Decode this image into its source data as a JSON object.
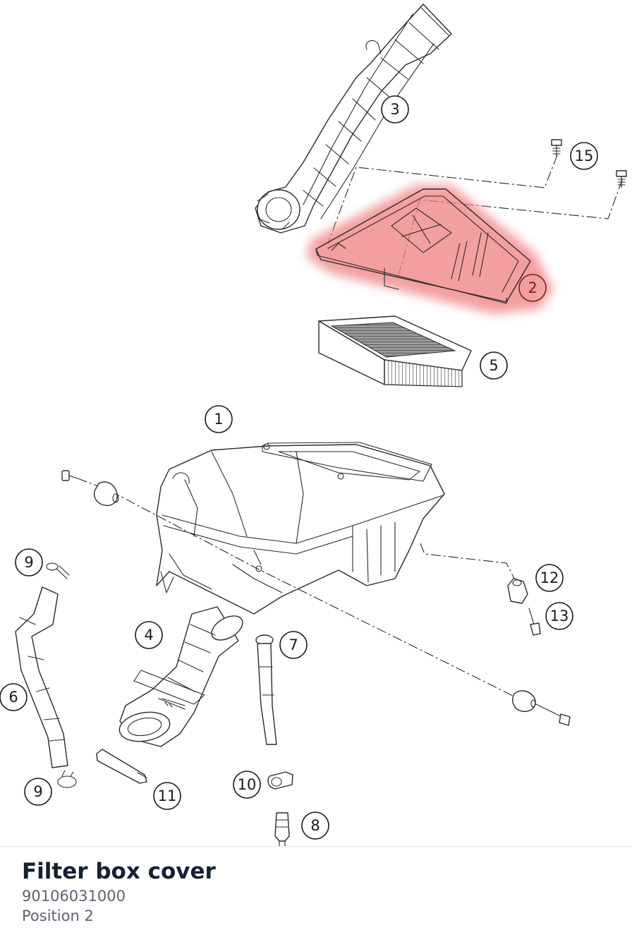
{
  "diagram": {
    "callouts": [
      "1",
      "2",
      "3",
      "4",
      "5",
      "6",
      "7",
      "8",
      "9",
      "9",
      "10",
      "11",
      "12",
      "13",
      "15"
    ],
    "selected_callout": "2",
    "highlight_color": "#f08080"
  },
  "info": {
    "part_name": "Filter box cover",
    "part_number": "90106031000",
    "position": "Position 2"
  }
}
